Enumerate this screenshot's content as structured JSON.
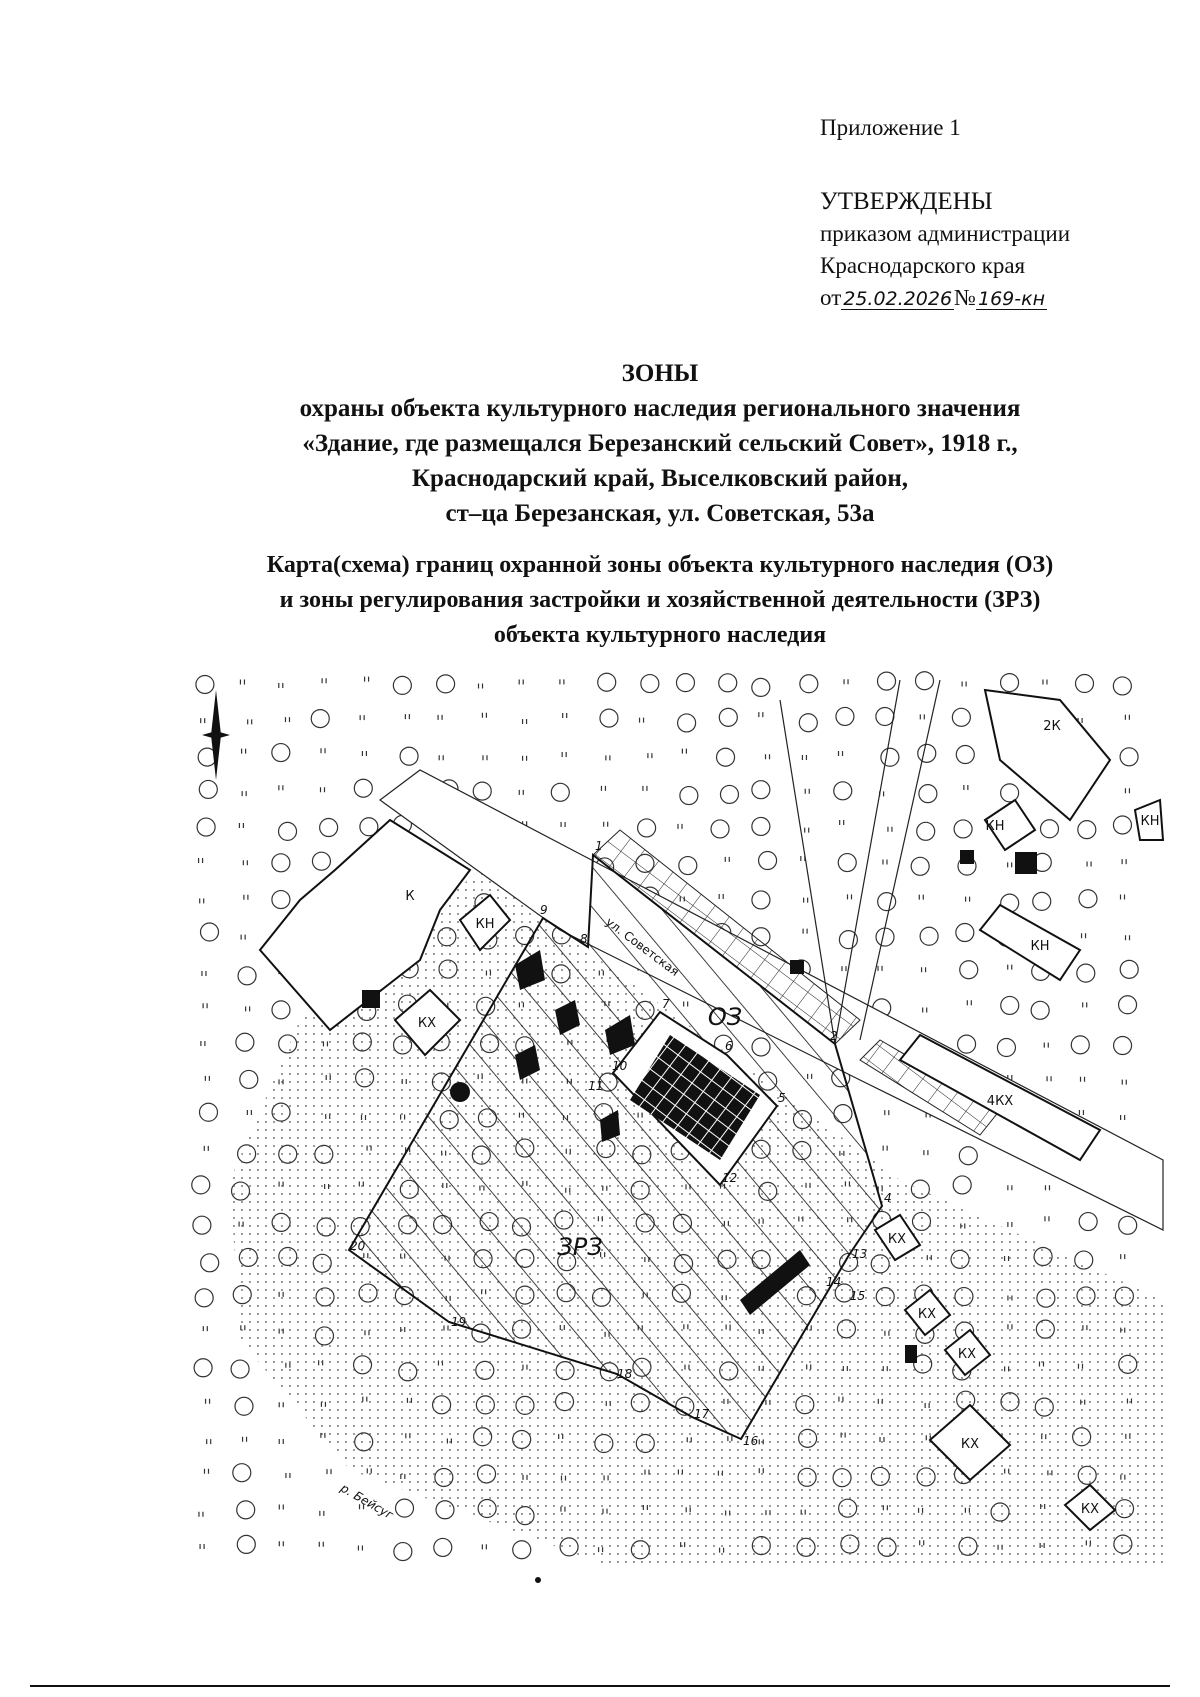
{
  "appendix": "Приложение 1",
  "approval": {
    "heading": "УТВЕРЖДЕНЫ",
    "line1": "приказом администрации",
    "line2": "Краснодарского края",
    "date_prefix": "от",
    "date": "25.02.2026",
    "number_prefix": "№",
    "number": "169-кн"
  },
  "title": {
    "main": "ЗОНЫ",
    "lines": [
      "охраны объекта культурного наследия регионального значения",
      "«Здание, где размещался Березанский сельский Совет», 1918 г.,",
      "Краснодарский край, Выселковский район,",
      "ст–ца Березанская, ул. Советская, 53а"
    ]
  },
  "map_heading": [
    "Карта(схема) границ охранной зоны объекта культурного наследия (ОЗ)",
    "и зоны регулирования застройки и хозяйственной деятельности (ЗРЗ)",
    "объекта культурного наследия"
  ],
  "map": {
    "zone_labels": {
      "oz": "ОЗ",
      "zrz": "ЗРЗ"
    },
    "street_label": "ул. Советская",
    "river_label": "р. Бейсуг",
    "building_labels": [
      "К",
      "КН",
      "КХ",
      "2К",
      "КН",
      "КН",
      "КН",
      "4КХ",
      "КХ",
      "КХ",
      "КХ",
      "КХ",
      "КХ"
    ],
    "point_numbers": [
      "1",
      "2",
      "4",
      "5",
      "6",
      "7",
      "8",
      "9",
      "10",
      "11",
      "12",
      "13",
      "14",
      "15",
      "16",
      "17",
      "18",
      "19",
      "20"
    ],
    "north_arrow_icon": "compass-rose-icon"
  }
}
